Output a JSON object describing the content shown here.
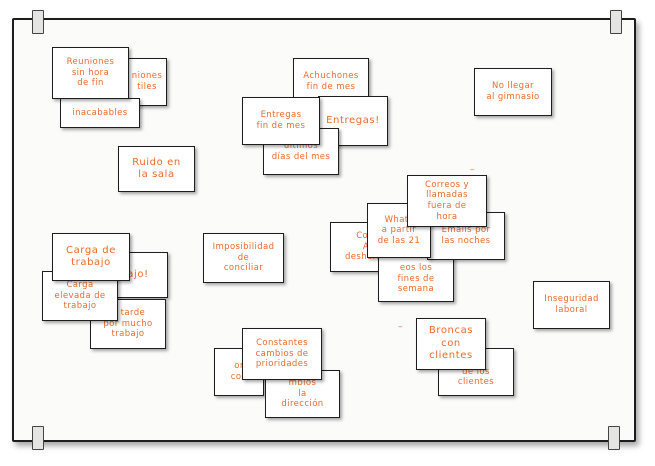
{
  "notes": {
    "n1": "Reuniones\nsin hora\nde fin",
    "n2": "niones\ntiles",
    "n3": "inacabables",
    "n4": "Ruido en\nla sala",
    "n5": "Achuchones\nfin de mes",
    "n6": "Entregas!",
    "n7": "Entregas\nfin de mes",
    "n8": "últimos\ndías del mes",
    "n9": "No llegar\nal gimnasio",
    "n10": "Correos y\nllamadas\nfuera de\nhora",
    "n11": "Whats\na partir\nde las 21",
    "n12": "Emails por\nlas noches",
    "n13": "Corr\nA\ndeshoras",
    "n14": "eos los\nfines de\nsemana",
    "n15": "Carga de\ntrabajo",
    "n16": "ajo!",
    "n17": "Carga\nelevada de\ntrabajo",
    "n18": "ir tarde\npor mucho\ntrabajo",
    "n19": "Imposibilidad\nde\nconciliar",
    "n20": "Inseguridad\nlaboral",
    "n21": "Constantes\ncambios de\nprioridades",
    "n22": "or\ncon",
    "n23": "mbios\nla\ndirección",
    "n24": "Broncas\ncon\nclientes",
    "n25": "tas\nde los\nclientes"
  }
}
